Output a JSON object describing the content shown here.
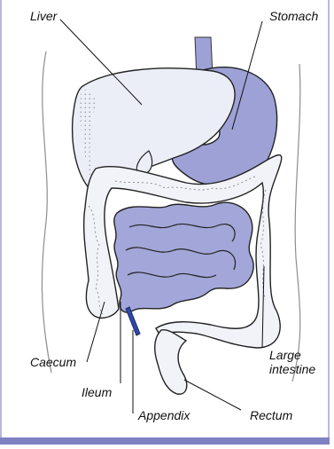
{
  "figure": {
    "labels": {
      "liver": "Liver",
      "stomach": "Stomach",
      "caecum": "Caecum",
      "ileum": "Ileum",
      "appendix": "Appendix",
      "rectum": "Rectum",
      "large_intestine_1": "Large",
      "large_intestine_2": "intestine"
    }
  },
  "colors": {
    "frame": "#b7b9db",
    "accent_bar": "#7f82c2",
    "stomach_fill": "#9ea1d6",
    "small_intestine_fill": "#a3a6d8",
    "liver_fill": "#eceef7",
    "large_intestine_fill": "#f2f3f9",
    "appendix_fill": "#2b4aa7"
  }
}
